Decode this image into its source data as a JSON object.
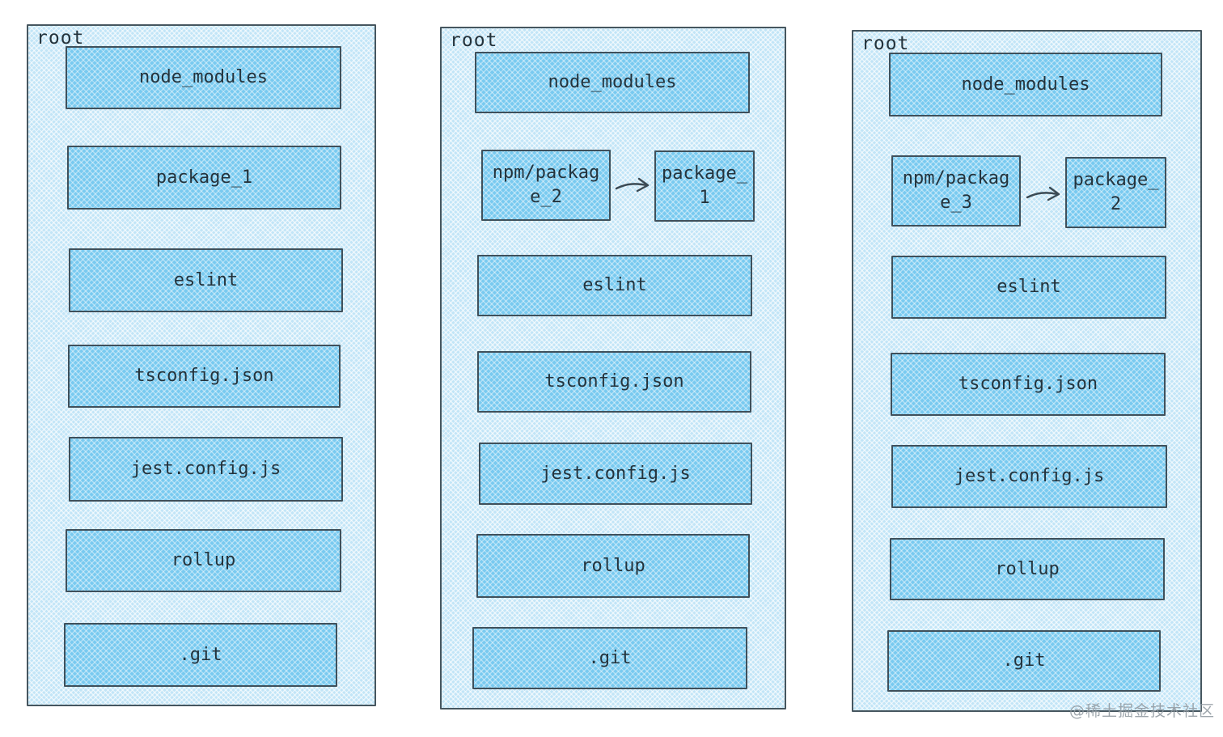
{
  "panels": [
    {
      "label": "root",
      "boxes": {
        "node_modules": "node_modules",
        "package_1": "package_1",
        "eslint": "eslint",
        "tsconfig": "tsconfig.json",
        "jest": "jest.config.js",
        "rollup": "rollup",
        "git": ".git"
      }
    },
    {
      "label": "root",
      "boxes": {
        "node_modules": "node_modules",
        "npm_package": "npm/package_2",
        "target_package": "package_1",
        "eslint": "eslint",
        "tsconfig": "tsconfig.json",
        "jest": "jest.config.js",
        "rollup": "rollup",
        "git": ".git"
      }
    },
    {
      "label": "root",
      "boxes": {
        "node_modules": "node_modules",
        "npm_package": "npm/package_3",
        "target_package": "package_2",
        "eslint": "eslint",
        "tsconfig": "tsconfig.json",
        "jest": "jest.config.js",
        "rollup": "rollup",
        "git": ".git"
      }
    }
  ],
  "watermark": "@稀土掘金技术社区",
  "colors": {
    "panel_fill": "#c2e5f7",
    "box_fill": "#79caf0",
    "border": "#3f505b",
    "text": "#24333c",
    "watermark_text": "#8e979e"
  }
}
